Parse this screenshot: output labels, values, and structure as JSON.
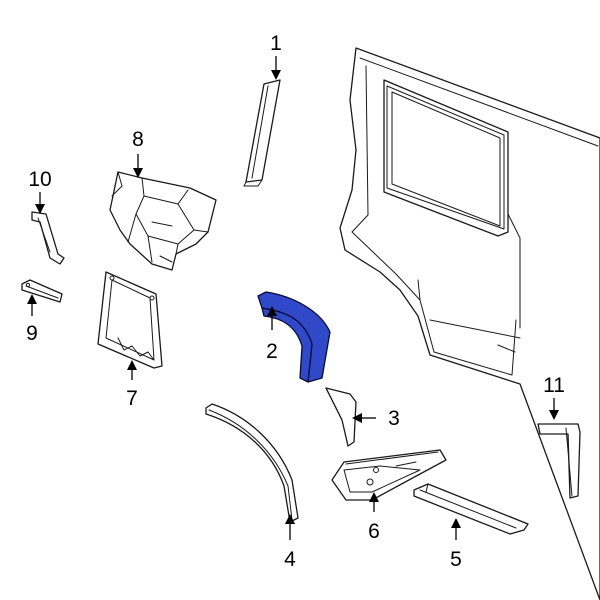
{
  "diagram": {
    "highlight_color": "#2f49c9",
    "callouts": [
      {
        "id": "1",
        "label": "1"
      },
      {
        "id": "2",
        "label": "2"
      },
      {
        "id": "3",
        "label": "3"
      },
      {
        "id": "4",
        "label": "4"
      },
      {
        "id": "5",
        "label": "5"
      },
      {
        "id": "6",
        "label": "6"
      },
      {
        "id": "7",
        "label": "7"
      },
      {
        "id": "8",
        "label": "8"
      },
      {
        "id": "9",
        "label": "9"
      },
      {
        "id": "10",
        "label": "10"
      },
      {
        "id": "11",
        "label": "11"
      }
    ],
    "highlighted_part": "2"
  }
}
